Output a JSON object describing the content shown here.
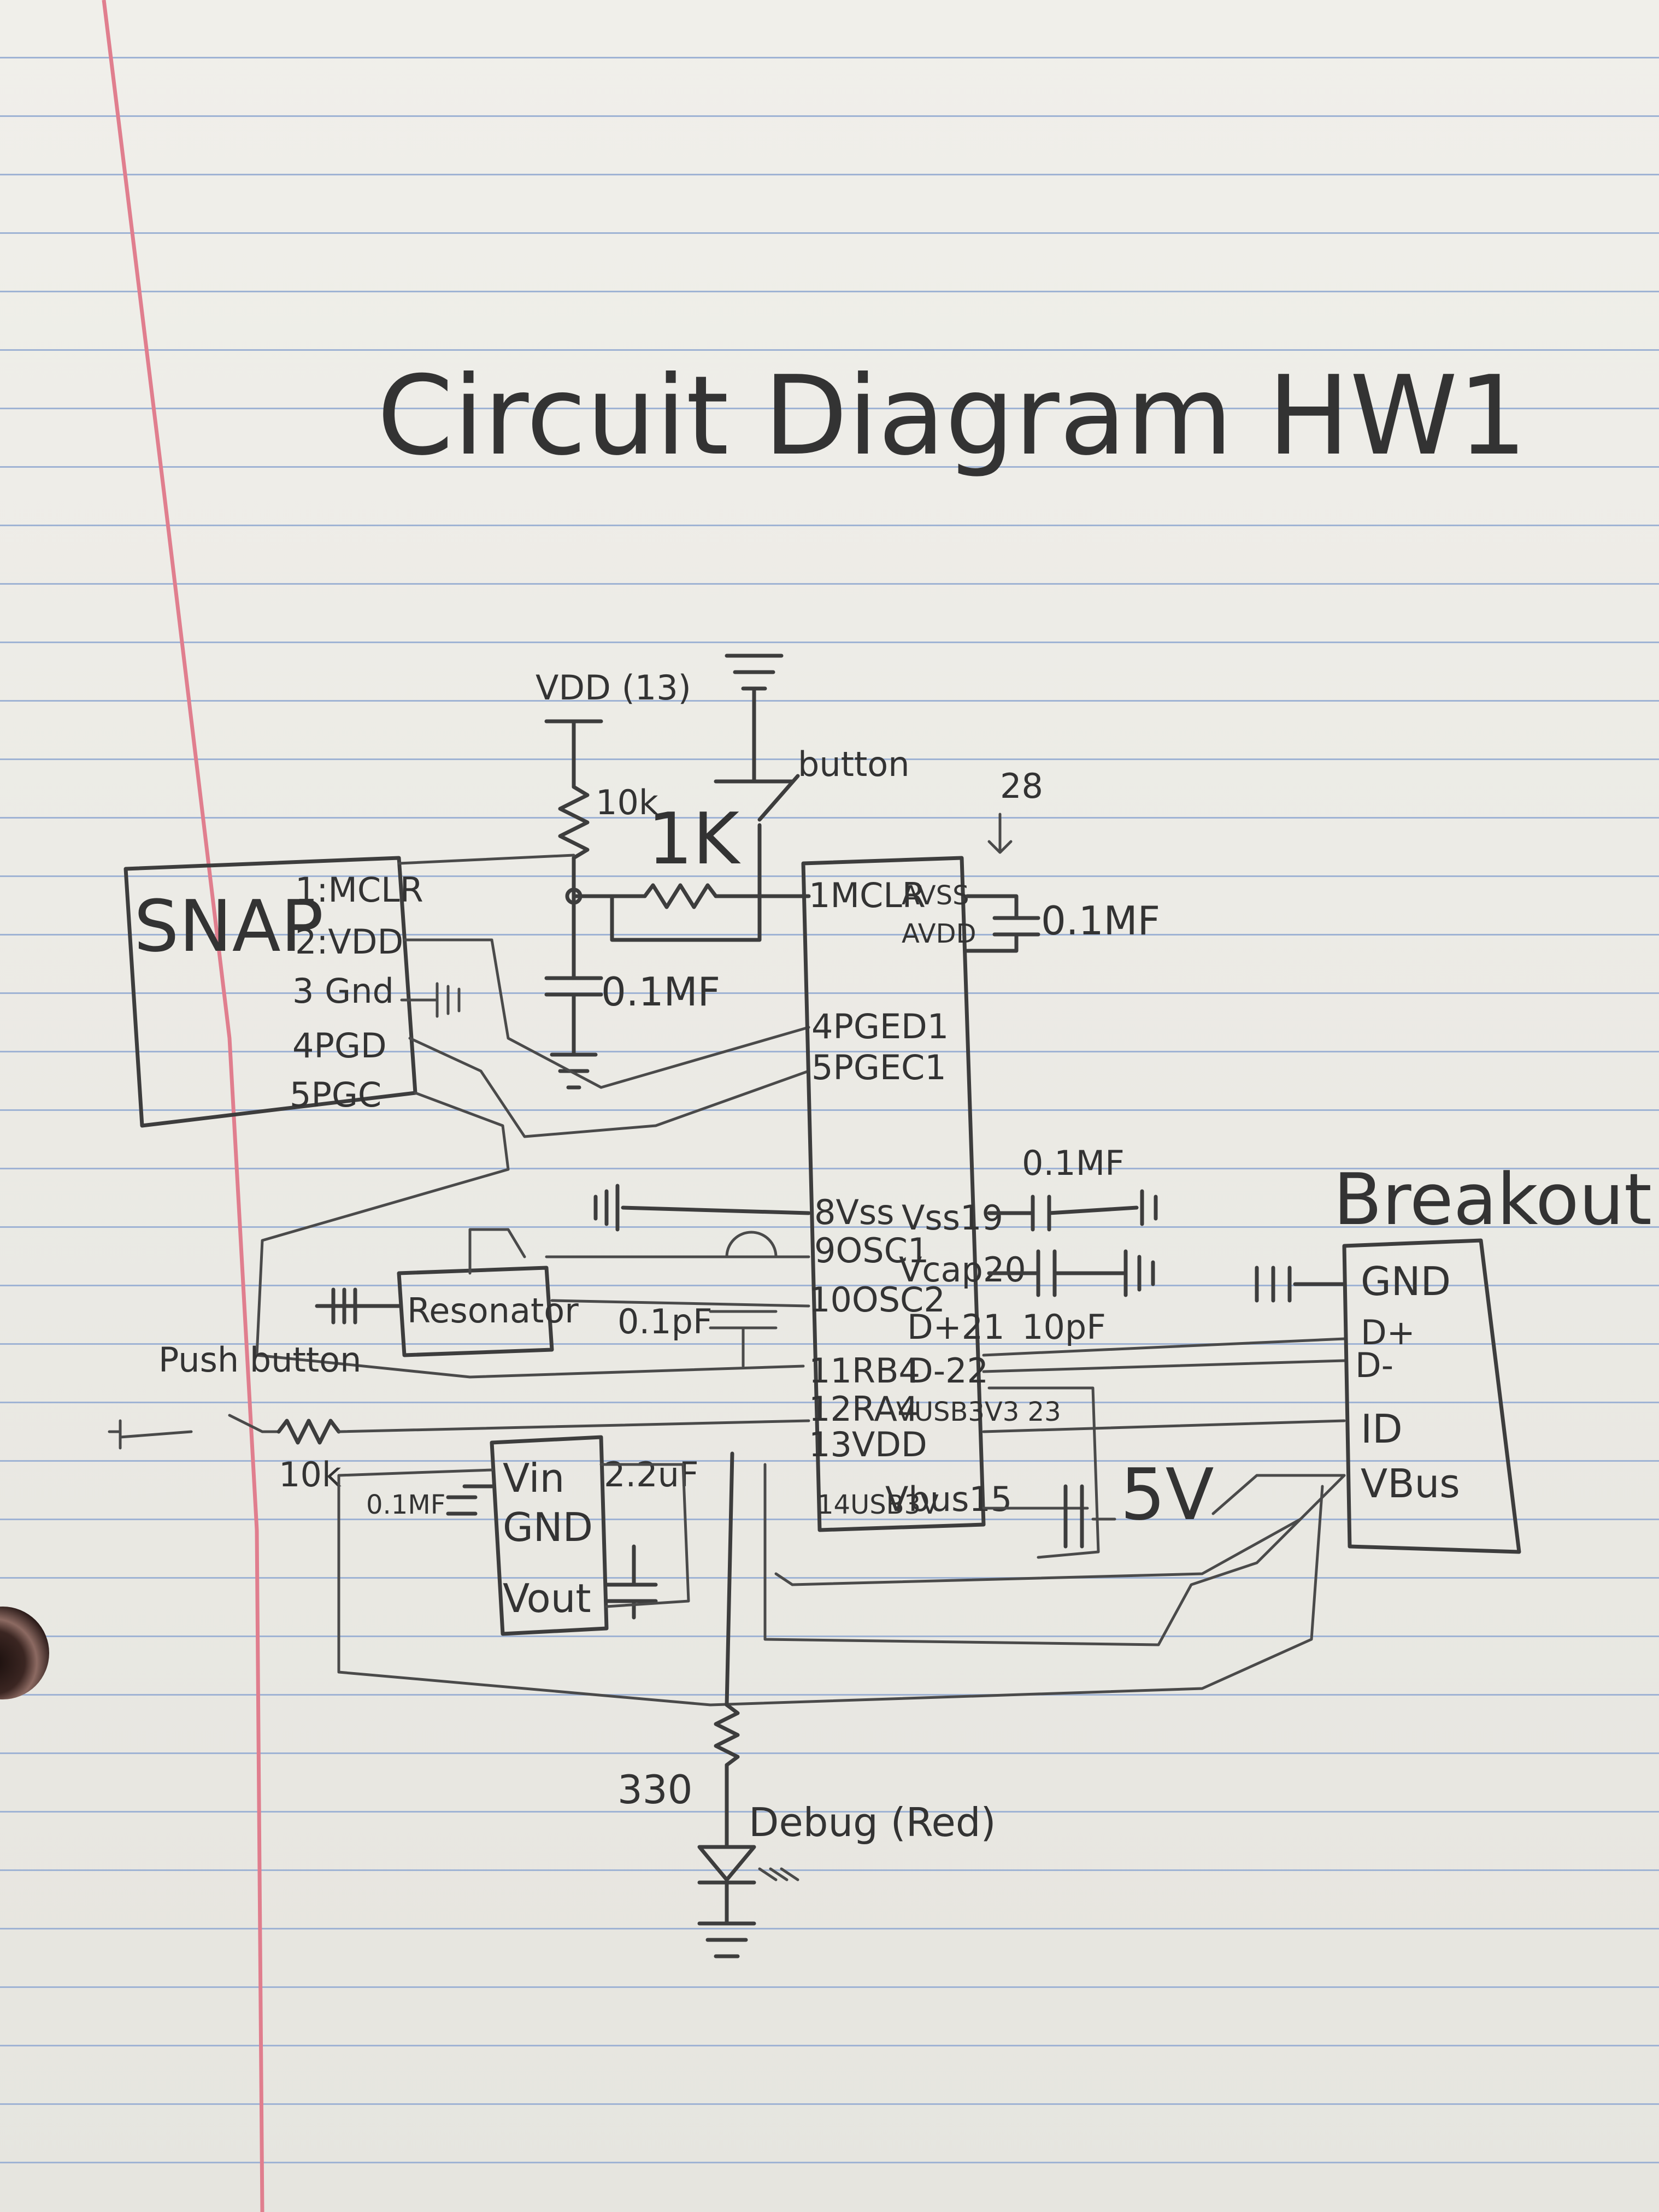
{
  "title": "Circuit Diagram HW1",
  "vdd": "VDD (13)",
  "r_pullup": "10k",
  "r_series": "1K",
  "button": "button",
  "pin28": "28",
  "cap_top": "0.1MF",
  "cap_snap": "0.1MF",
  "cap_vss19": "0.1MF",
  "cap_osc": "0.1pF",
  "cap_vcap": "10pF",
  "cap_reg_in": "0.1MF",
  "cap_reg_out": "2.2uF",
  "r_led": "330",
  "led": "Debug (Red)",
  "push_button": "Push button",
  "r_push": "10k",
  "resonator": "Resonator",
  "v5": "5V",
  "snap": {
    "name": "SNAP",
    "pins": [
      "1:MCLR",
      "2:VDD",
      "3 Gnd",
      "4PGD",
      "5PGC"
    ]
  },
  "chip": {
    "left": [
      "1MCLR",
      "4PGED1",
      "5PGEC1",
      "8Vss",
      "9OSC1",
      "10OSC2",
      "11RB4",
      "12RA4",
      "13VDD",
      "14USB3V"
    ],
    "right": [
      "AVSS",
      "AVDD",
      "Vss19",
      "Vcap20",
      "D+21",
      "D-22",
      "VUSB3V3 23",
      "Vbus15"
    ]
  },
  "reg": {
    "pins": [
      "Vin",
      "GND",
      "Vout"
    ]
  },
  "breakout": {
    "name": "Breakout",
    "pins": [
      "GND",
      "D+",
      "D-",
      "ID",
      "VBus"
    ]
  }
}
